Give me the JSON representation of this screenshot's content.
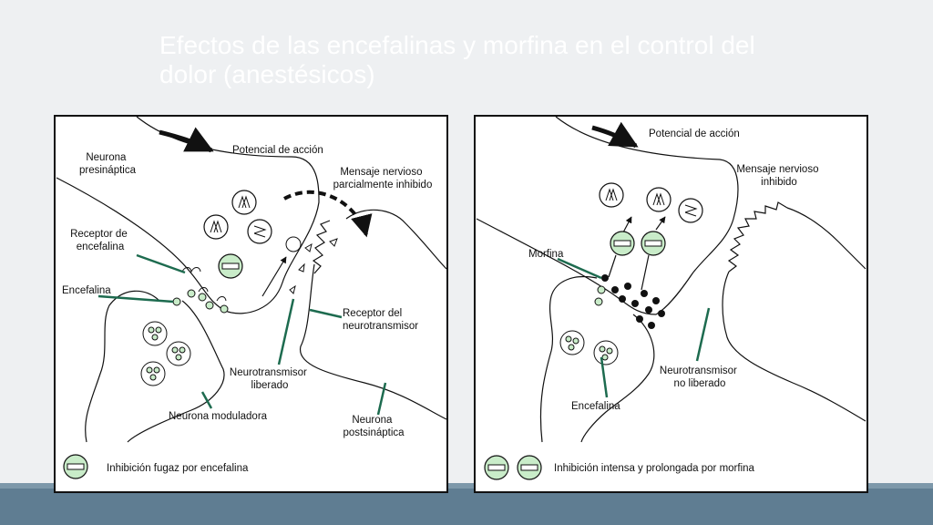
{
  "slide": {
    "title": "Efectos de las encefalinas y morfina en el control del dolor (anestésicos)"
  },
  "left_panel": {
    "neurona_presinaptica": [
      "Neurona",
      "presináptica"
    ],
    "potencial": "Potencial de acción",
    "mensaje": [
      "Mensaje nervioso",
      "parcialmente inhibido"
    ],
    "receptor_encefalina": [
      "Receptor de",
      "encefalina"
    ],
    "encefalina": "Encefalina",
    "receptor_neurotransmisor": [
      "Receptor del",
      "neurotransmisor"
    ],
    "neurotransmisor": [
      "Neurotransmisor",
      "liberado"
    ],
    "neurona_moduladora": "Neurona moduladora",
    "neurona_postsinaptica": [
      "Neurona",
      "postsináptica"
    ],
    "legend": "Inhibición fugaz por encefalina"
  },
  "right_panel": {
    "potencial": "Potencial de acción",
    "mensaje": [
      "Mensaje nervioso",
      "inhibido"
    ],
    "morfina": "Morfina",
    "neurotransmisor": [
      "Neurotransmisor",
      "no liberado"
    ],
    "encefalina": "Encefalina",
    "legend": "Inhibición intensa y prolongada por morfina"
  },
  "colors": {
    "receptor_fill": "#c9ecc9",
    "annotation_line": "#1d6b4f",
    "footer": "#5f7d92"
  }
}
